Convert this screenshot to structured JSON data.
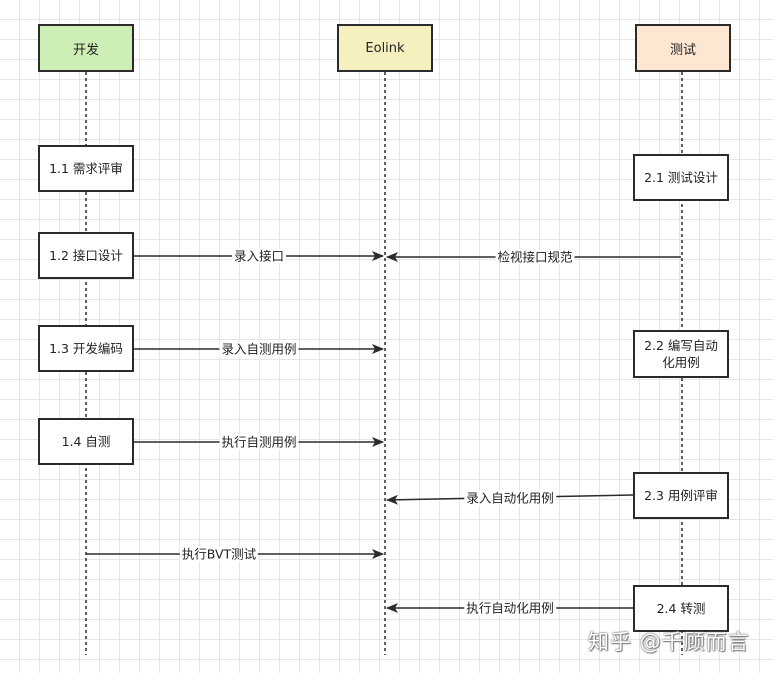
{
  "participants": {
    "dev": {
      "label": "开发",
      "color": "#cdeeb4"
    },
    "eolink": {
      "label": "Eolink",
      "color": "#f6f0bf"
    },
    "test": {
      "label": "测试",
      "color": "#fde6d2"
    }
  },
  "dev_steps": [
    "1.1 需求评审",
    "1.2 接口设计",
    "1.3 开发编码",
    "1.4 自测"
  ],
  "test_steps": [
    "2.1 测试设计",
    "2.2 编写自动化用例",
    "2.3 用例评审",
    "2.4 转测"
  ],
  "messages": [
    "录入接口",
    "检视接口规范",
    "录入自测用例",
    "执行自测用例",
    "录入自动化用例",
    "执行BVT测试",
    "执行自动化用例"
  ],
  "watermark": "知乎 @千顾而言"
}
